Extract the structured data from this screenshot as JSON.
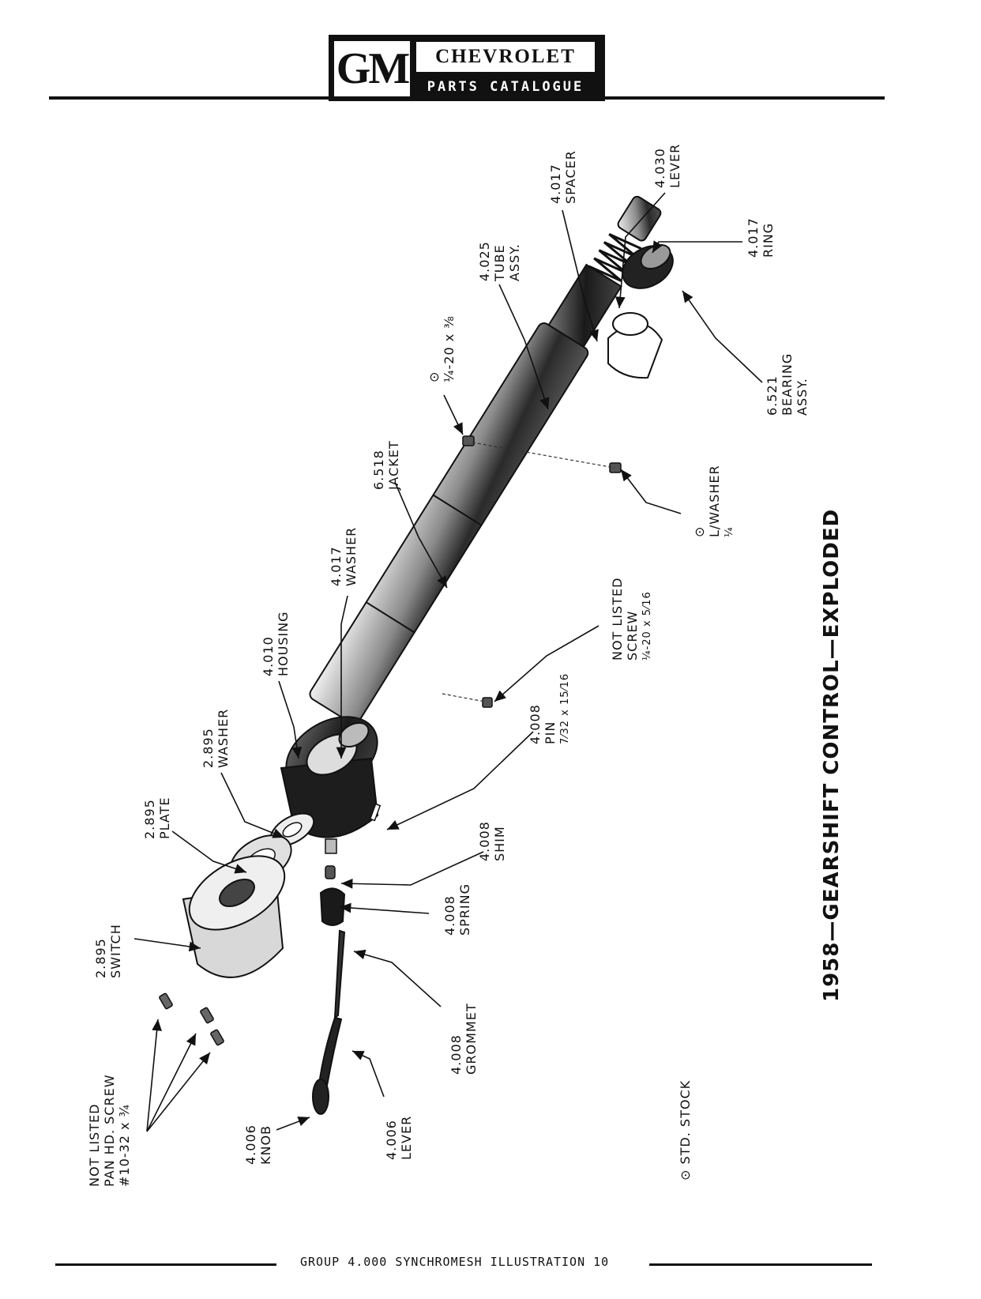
{
  "header": {
    "logo_letters": "GM",
    "brand": "CHEVROLET",
    "catalogue": "PARTS CATALOGUE"
  },
  "title": "1958—GEARSHIFT CONTROL—EXPLODED",
  "legend": {
    "symbol": "⊙",
    "text": "STD. STOCK"
  },
  "footer": {
    "group": "GROUP",
    "group_number": "4.000",
    "section": "SYNCHROMESH",
    "illustration": "ILLUSTRATION",
    "illustration_number": "10"
  },
  "callouts": {
    "spacer": {
      "number": "4.017",
      "name": "SPACER"
    },
    "lever_top": {
      "number": "4.030",
      "name": "LEVER"
    },
    "ring": {
      "number": "4.017",
      "name": "RING"
    },
    "tube": {
      "number": "4.025",
      "name": "TUBE",
      "name2": "ASSY."
    },
    "bolt_top": {
      "symbol": "⊙",
      "size": "¼-20 x ⅜"
    },
    "bearing": {
      "number": "6.521",
      "name": "BEARING",
      "name2": "ASSY."
    },
    "jacket": {
      "number": "6.518",
      "name": "JACKET"
    },
    "lwasher": {
      "symbol": "⊙",
      "name": "L/WASHER",
      "size": "¼"
    },
    "washer_4017": {
      "number": "4.017",
      "name": "WASHER"
    },
    "housing": {
      "number": "4.010",
      "name": "HOUSING"
    },
    "screw_mid": {
      "line1": "NOT LISTED",
      "line2": "SCREW",
      "size": "¼-20 x 5⁄16"
    },
    "washer_2895": {
      "number": "2.895",
      "name": "WASHER"
    },
    "pin": {
      "number": "4.008",
      "name": "PIN",
      "size": "7⁄32 x 15⁄16"
    },
    "plate": {
      "number": "2.895",
      "name": "PLATE"
    },
    "shim": {
      "number": "4.008",
      "name": "SHIM"
    },
    "switch": {
      "number": "2.895",
      "name": "SWITCH"
    },
    "spring": {
      "number": "4.008",
      "name": "SPRING"
    },
    "grommet": {
      "number": "4.008",
      "name": "GROMMET"
    },
    "pan_screw": {
      "line1": "NOT LISTED",
      "line2": "PAN HD. SCREW",
      "size": "#10-32 x ¾"
    },
    "knob": {
      "number": "4.006",
      "name": "KNOB"
    },
    "lever_bottom": {
      "number": "4.006",
      "name": "LEVER"
    }
  }
}
